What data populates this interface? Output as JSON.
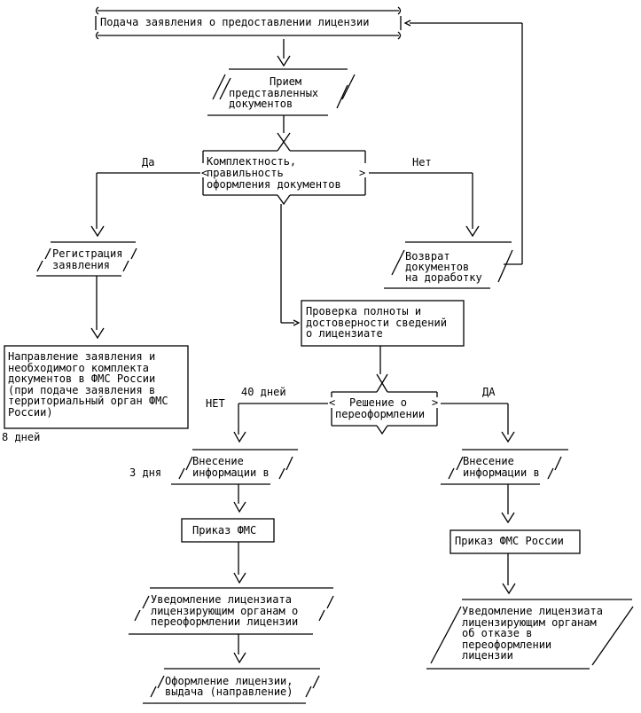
{
  "title": "Схема переоформления лицензии",
  "nodes": {
    "submit": "Подача заявления о предоставлении лицензии",
    "receive": [
      "Прием",
      "представленных",
      "документов"
    ],
    "check_complete": [
      "Комплектность,",
      "правильность",
      "оформления документов"
    ],
    "registration": [
      "Регистрация",
      "заявления"
    ],
    "return_docs": [
      "Возврат",
      "документов",
      "на доработку"
    ],
    "send_to_fms": [
      "Направление заявления и",
      "необходимого комплекта",
      "документов в ФМС России",
      "(при подаче заявления в",
      "территориальный орган ФМС",
      "России)"
    ],
    "verify": [
      "Проверка полноты и",
      "достоверности сведений",
      "о лицензиате"
    ],
    "decision": [
      "Решение о",
      "переоформлении"
    ],
    "enter_info_no": [
      "Внесение",
      "информации в"
    ],
    "enter_info_yes": [
      "Внесение",
      "информации в"
    ],
    "order_fms": "Приказ ФМС",
    "order_fms_russia": "Приказ ФМС России",
    "notify_reissue": [
      "Уведомление лицензиата",
      "лицензирующим органам о",
      "переоформлении лицензии"
    ],
    "notify_refusal": [
      "Уведомление лицензиата",
      "лицензирующим органам",
      "об отказе в",
      "переоформлении",
      "лицензии"
    ],
    "issue_license": [
      "Оформление лицензии,",
      "выдача (направление)"
    ]
  },
  "labels": {
    "yes": "Да",
    "no": "Нет",
    "yes_caps": "ДА",
    "no_caps": "НЕТ",
    "days_8": "8 дней",
    "days_40": "40 дней",
    "days_3": "3 дня"
  }
}
